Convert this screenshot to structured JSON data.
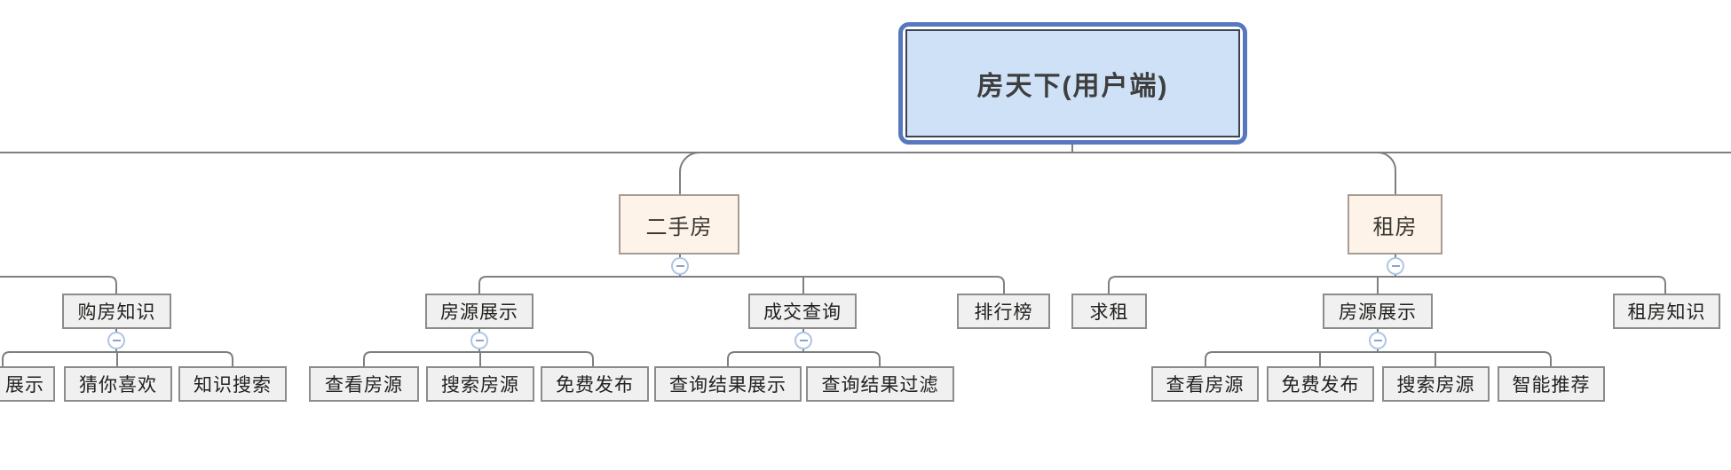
{
  "diagram": {
    "kind": "mind-map-org-chart",
    "colors": {
      "background": "#ffffff",
      "connector_line": "#7f7f7f",
      "root_fill": "#cfe1f6",
      "root_outer_border": "#5578bf",
      "root_inner_border": "#3d4352",
      "branch_fill": "#fdf3e8",
      "branch_border": "#a59d92",
      "node_fill": "#f0f0f0",
      "node_border": "#8c8c8c",
      "collapse_circle_border": "#aec6e6",
      "collapse_minus": "#8aa3cc"
    }
  },
  "tree": {
    "root": {
      "label": "房天下(用户端)"
    },
    "branches": [
      {
        "label": "二手房",
        "children": [
          {
            "label": "房源展示",
            "children": [
              {
                "label": "查看房源"
              },
              {
                "label": "搜索房源"
              },
              {
                "label": "免费发布"
              }
            ]
          },
          {
            "label": "成交查询",
            "children": [
              {
                "label": "查询结果展示"
              },
              {
                "label": "查询结果过滤"
              }
            ]
          },
          {
            "label": "排行榜"
          }
        ]
      },
      {
        "label": "租房",
        "children": [
          {
            "label": "求租"
          },
          {
            "label": "房源展示",
            "children": [
              {
                "label": "查看房源"
              },
              {
                "label": "免费发布"
              },
              {
                "label": "搜索房源"
              },
              {
                "label": "智能推荐"
              }
            ]
          },
          {
            "label": "租房知识"
          }
        ]
      }
    ],
    "offscreen_left_branch": {
      "note": "branch node itself is outside the left edge of the screenshot",
      "children": [
        {
          "label": "购房知识",
          "children": [
            {
              "label": "展示",
              "clipped_at_left_edge": true
            },
            {
              "label": "猜你喜欢"
            },
            {
              "label": "知识搜索"
            }
          ]
        }
      ]
    }
  }
}
